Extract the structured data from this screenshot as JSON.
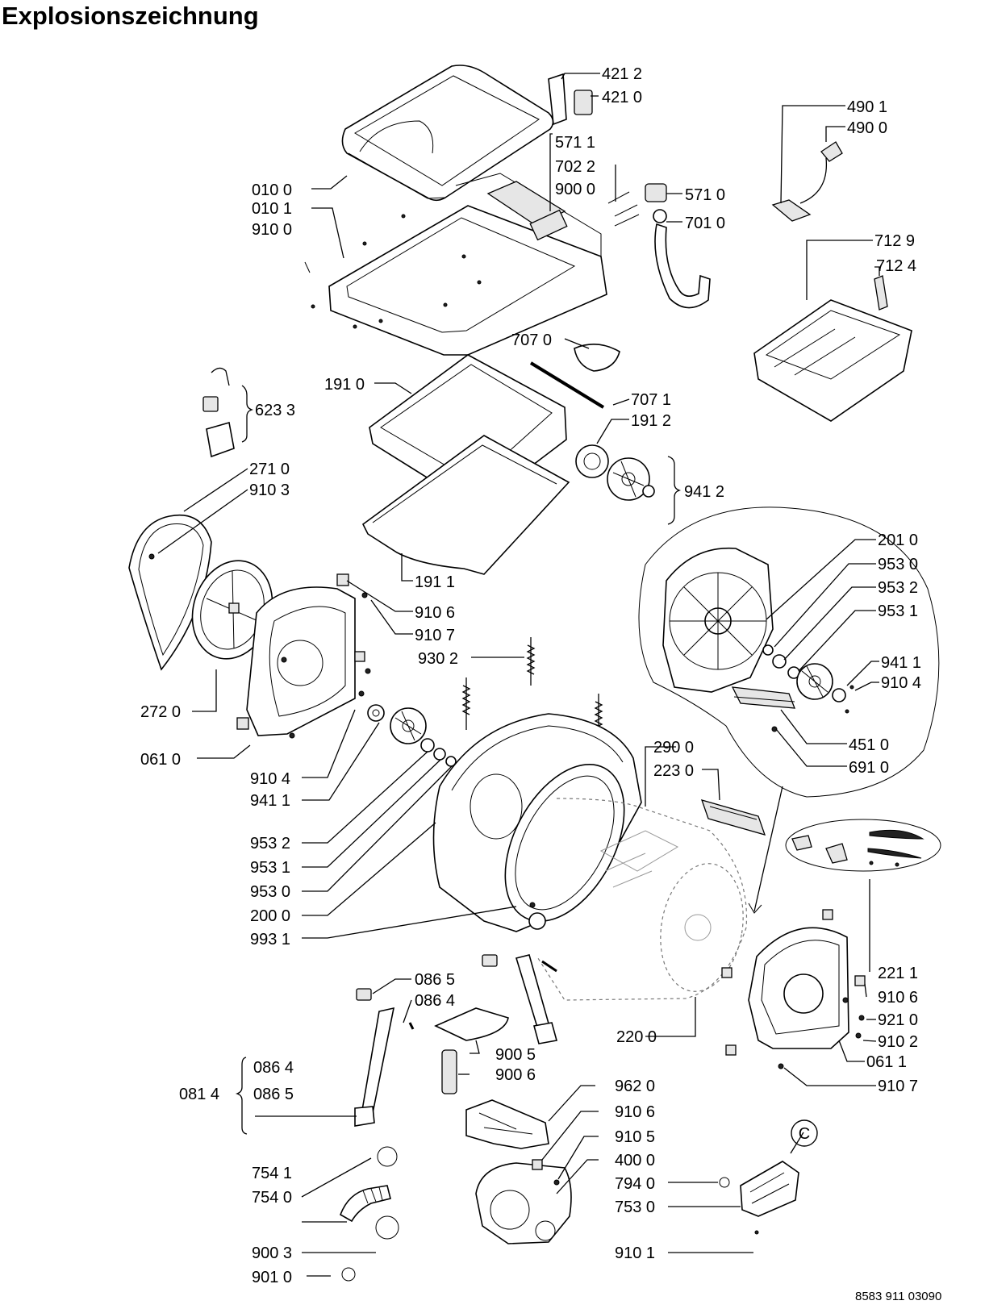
{
  "title": "Explosionszeichnung",
  "doc_number": "8583 911 03090",
  "callout": "C",
  "labels": [
    "421 2",
    "421 0",
    "490 1",
    "490 0",
    "571 1",
    "702 2",
    "900 0",
    "571 0",
    "010 0",
    "010 1",
    "910 0",
    "701 0",
    "712 9",
    "712 4",
    "707 0",
    "191 0",
    "707 1",
    "191 2",
    "623 3",
    "271 0",
    "910 3",
    "941 2",
    "191 1",
    "201 0",
    "953 0",
    "953 2",
    "953 1",
    "910 6",
    "910 7",
    "930 2",
    "941 1",
    "910 4",
    "272 0",
    "451 0",
    "061 0",
    "691 0",
    "910 4",
    "290 0",
    "941 1",
    "223 0",
    "953 2",
    "953 1",
    "953 0",
    "200 0",
    "993 1",
    "221 1",
    "910 6",
    "086 5",
    "086 4",
    "921 0",
    "910 2",
    "220 0",
    "900 5",
    "061 1",
    "086 4",
    "900 6",
    "910 7",
    "081 4",
    "086 5",
    "962 0",
    "910 6",
    "910 5",
    "754 1",
    "400 0",
    "754 0",
    "794 0",
    "753 0",
    "900 3",
    "910 1",
    "901 0"
  ]
}
